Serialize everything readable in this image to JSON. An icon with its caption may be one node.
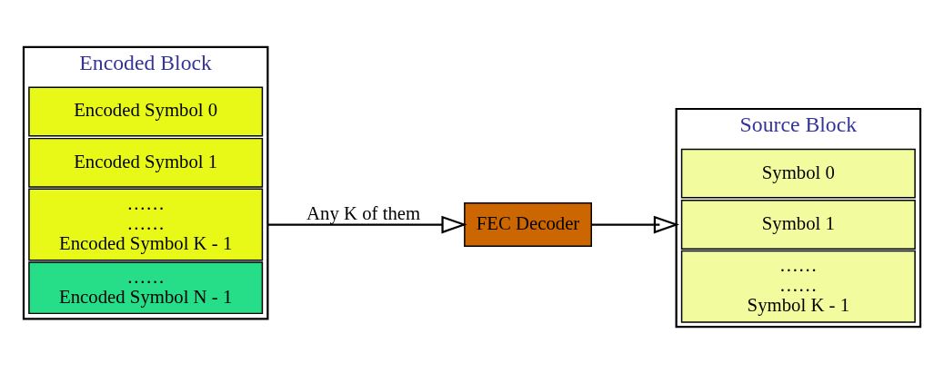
{
  "diagram": {
    "nodes": [
      {
        "text": [
          "Encoded Block"
        ]
      },
      {
        "text": [
          "Encoded Symbol 0"
        ],
        "in": 0
      },
      {
        "text": [
          "Encoded Symbol 1"
        ],
        "in": 0
      },
      {
        "text": [
          "……",
          "……",
          "Encoded Symbol K - 1"
        ],
        "in": 0
      },
      {
        "text": [
          "……",
          "Encoded Symbol N - 1"
        ],
        "in": 0
      },
      {
        "text": [
          "FEC Decoder"
        ]
      },
      {
        "text": [
          "Source Block"
        ]
      },
      {
        "text": [
          "Symbol 0"
        ],
        "in": 6
      },
      {
        "text": [
          "Symbol 1"
        ],
        "in": 6
      },
      {
        "text": [
          "……",
          "……",
          "Symbol K - 1"
        ],
        "in": 6
      }
    ],
    "edges": [
      {
        "from": 0,
        "to": 5,
        "arrow": "to",
        "label": "Any K of them"
      },
      {
        "from": 5,
        "to": 6,
        "arrow": "to"
      }
    ]
  }
}
